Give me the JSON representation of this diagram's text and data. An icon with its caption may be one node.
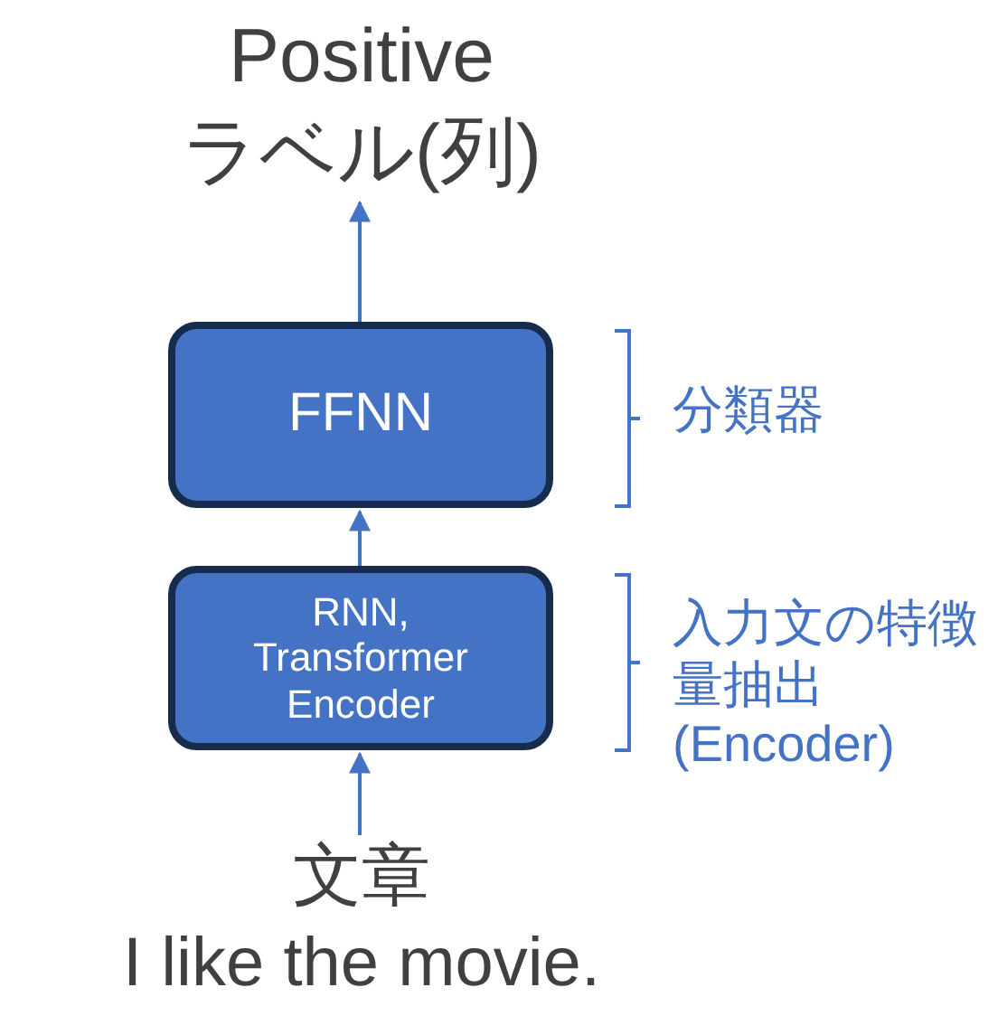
{
  "diagram": {
    "nodes": [
      {
        "text": [
          "Positive",
          "ラベル(列)"
        ]
      },
      {
        "text": [
          "FFNN"
        ],
        "beside": [
          "分類器"
        ]
      },
      {
        "text": [
          "RNN, Transformer Encoder"
        ],
        "beside": [
          "入力文の特徴量抽出(Encoder)"
        ]
      },
      {
        "text": [
          "文章",
          "I like the movie."
        ]
      }
    ],
    "edges": [
      {
        "from": 3,
        "to": 2,
        "arrow": "to"
      },
      {
        "from": 2,
        "to": 1,
        "arrow": "to"
      },
      {
        "from": 1,
        "to": 0,
        "arrow": "to"
      }
    ]
  }
}
